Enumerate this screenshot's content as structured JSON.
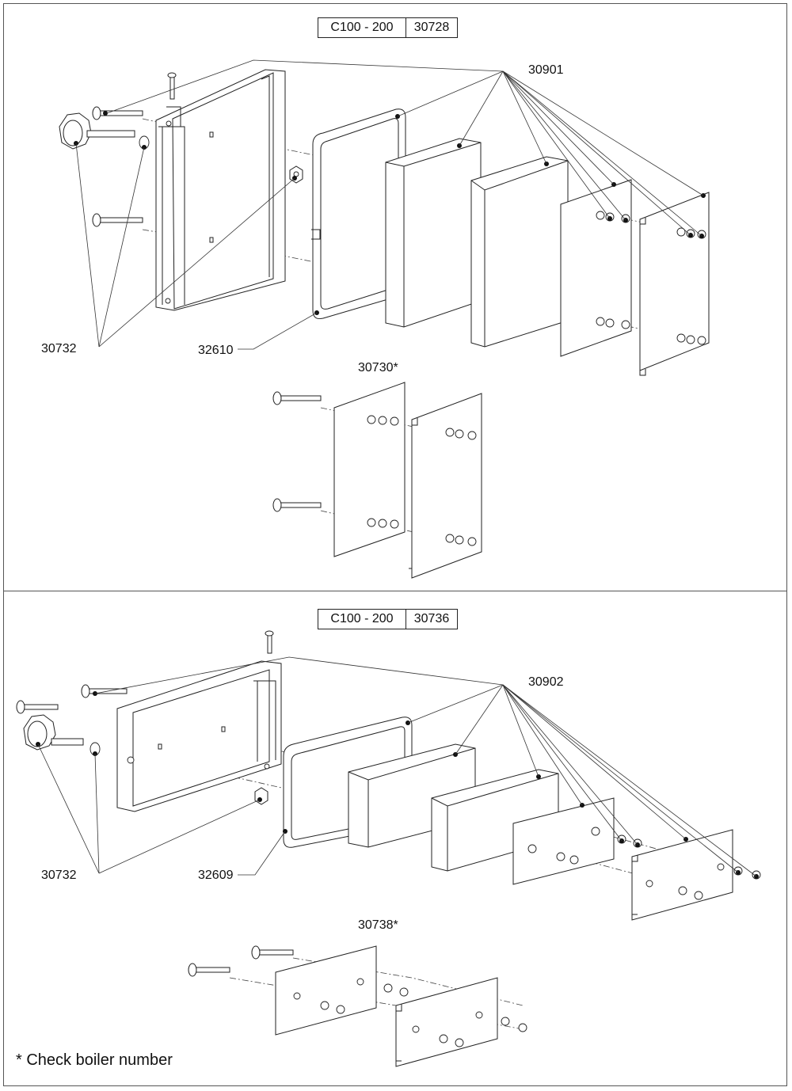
{
  "top_section": {
    "header": {
      "model": "C100 - 200",
      "code": "30728"
    },
    "labels": {
      "kit": "30901",
      "knob_kit": "30732",
      "gasket": "32610",
      "alt_kit": "30730*"
    }
  },
  "bottom_section": {
    "header": {
      "model": "C100 - 200",
      "code": "30736"
    },
    "labels": {
      "kit": "30902",
      "knob_kit": "30732",
      "gasket": "32609",
      "alt_kit": "30738*"
    }
  },
  "footnote": "*  Check boiler number"
}
